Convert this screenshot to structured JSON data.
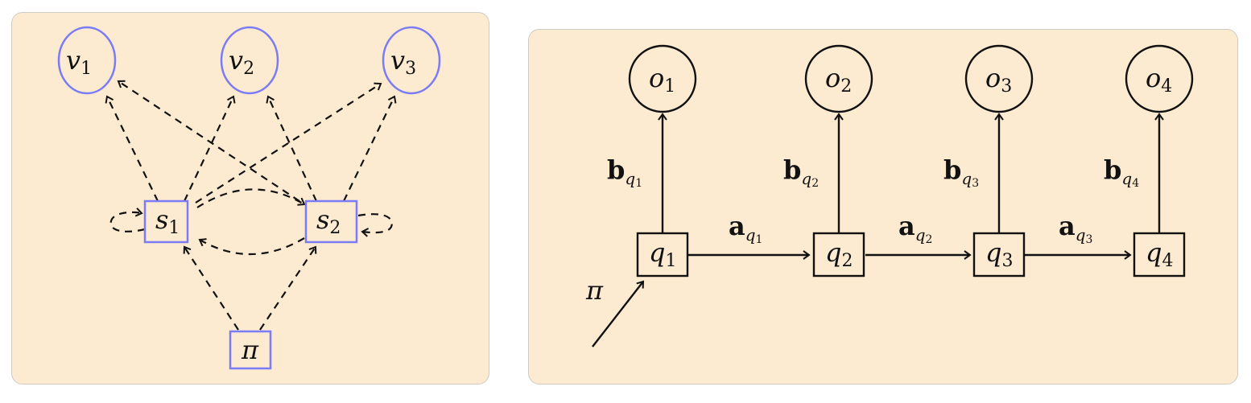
{
  "left_diagram": {
    "title": "HMM state graph",
    "node_color": "#7b7bf5",
    "edge_style": "dashed",
    "observations": [
      {
        "id": "v1",
        "symbol": "v",
        "sub": "1"
      },
      {
        "id": "v2",
        "symbol": "v",
        "sub": "2"
      },
      {
        "id": "v3",
        "symbol": "v",
        "sub": "3"
      }
    ],
    "states": [
      {
        "id": "s1",
        "symbol": "s",
        "sub": "1"
      },
      {
        "id": "s2",
        "symbol": "s",
        "sub": "2"
      }
    ],
    "initial": {
      "id": "pi",
      "symbol": "π"
    },
    "edges": [
      {
        "from": "s1",
        "to": "v1"
      },
      {
        "from": "s1",
        "to": "v2"
      },
      {
        "from": "s1",
        "to": "v3"
      },
      {
        "from": "s2",
        "to": "v1"
      },
      {
        "from": "s2",
        "to": "v2"
      },
      {
        "from": "s2",
        "to": "v3"
      },
      {
        "from": "s1",
        "to": "s2"
      },
      {
        "from": "s2",
        "to": "s1"
      },
      {
        "from": "s1",
        "to": "s1"
      },
      {
        "from": "s2",
        "to": "s2"
      },
      {
        "from": "pi",
        "to": "s1"
      },
      {
        "from": "pi",
        "to": "s2"
      }
    ]
  },
  "right_diagram": {
    "title": "HMM unrolled chain",
    "node_color": "#000000",
    "edge_style": "solid",
    "observations": [
      {
        "id": "o1",
        "symbol": "o",
        "sub": "1"
      },
      {
        "id": "o2",
        "symbol": "o",
        "sub": "2"
      },
      {
        "id": "o3",
        "symbol": "o",
        "sub": "3"
      },
      {
        "id": "o4",
        "symbol": "o",
        "sub": "4"
      }
    ],
    "states": [
      {
        "id": "q1",
        "symbol": "q",
        "sub": "1"
      },
      {
        "id": "q2",
        "symbol": "q",
        "sub": "2"
      },
      {
        "id": "q3",
        "symbol": "q",
        "sub": "3"
      },
      {
        "id": "q4",
        "symbol": "q",
        "sub": "4"
      }
    ],
    "emission_labels": [
      {
        "bold": "b",
        "sub": "q",
        "subsub": "1"
      },
      {
        "bold": "b",
        "sub": "q",
        "subsub": "2"
      },
      {
        "bold": "b",
        "sub": "q",
        "subsub": "3"
      },
      {
        "bold": "b",
        "sub": "q",
        "subsub": "4"
      }
    ],
    "transition_labels": [
      {
        "bold": "a",
        "sub": "q",
        "subsub": "1"
      },
      {
        "bold": "a",
        "sub": "q",
        "subsub": "2"
      },
      {
        "bold": "a",
        "sub": "q",
        "subsub": "3"
      }
    ],
    "initial_label": "π"
  }
}
